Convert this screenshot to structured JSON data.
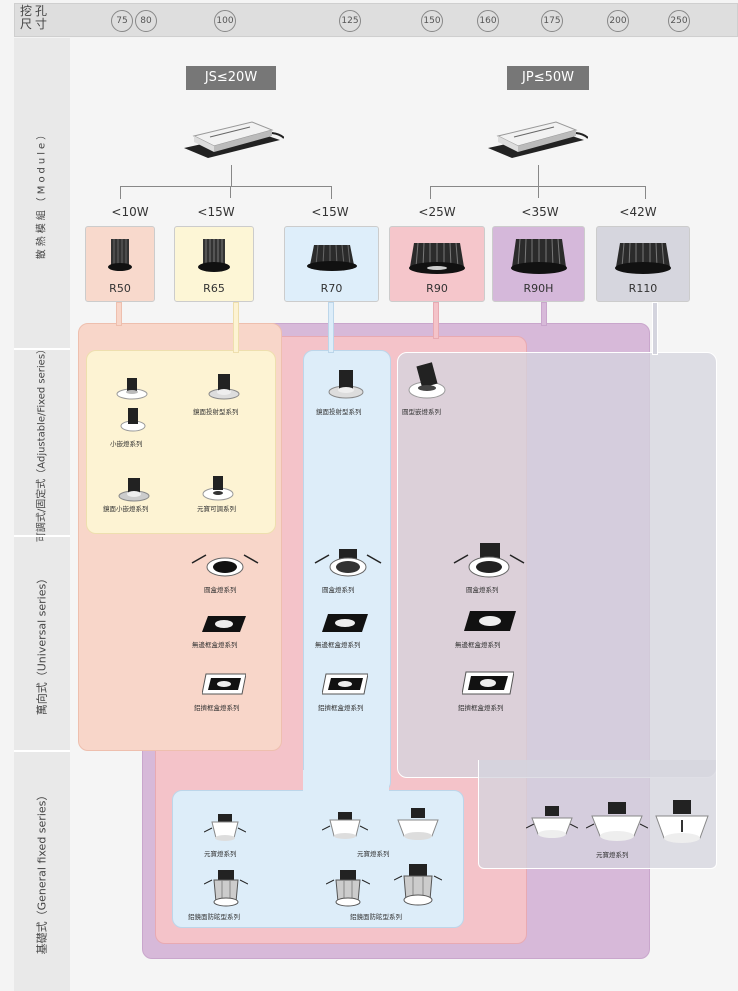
{
  "header": {
    "cutout_label": "挖孔尺寸",
    "sizes": [
      "75",
      "80",
      "100",
      "125",
      "150",
      "160",
      "175",
      "200",
      "250"
    ]
  },
  "rows": {
    "module": "散熱模組（Module）",
    "adjustable": "可調式/固定式（Adjustable/Fixed series）",
    "universal": "萬向式（Universal series）",
    "general": "基礎式（General fixed series）"
  },
  "drivers": {
    "js": "JS≤20W",
    "jp": "JP≤50W"
  },
  "modules": [
    {
      "watt": "<10W",
      "name": "R50",
      "color": "#f8d9cc"
    },
    {
      "watt": "<15W",
      "name": "R65",
      "color": "#fdf6d6"
    },
    {
      "watt": "<15W",
      "name": "R70",
      "color": "#deeefa"
    },
    {
      "watt": "<25W",
      "name": "R90",
      "color": "#f5c6cb"
    },
    {
      "watt": "<35W",
      "name": "R90H",
      "color": "#d5b8da"
    },
    {
      "watt": "<42W",
      "name": "R110",
      "color": "#d6d6de"
    }
  ],
  "products": {
    "small_spot": "小嵌燈系列",
    "mirror_projector_65": "鏡面投射型系列",
    "mirror_small_spot": "鏡面小嵌燈系列",
    "yuanbao_adjustable": "元寶可調系列",
    "mirror_projector_70": "鏡面投射型系列",
    "round_spot": "圓型嵌燈系列",
    "round_box_1": "圓盒燈系列",
    "frameless_box_1": "無邊框盒燈系列",
    "alu_box_1": "鋁擠框盒燈系列",
    "round_box_2": "圓盒燈系列",
    "frameless_box_2": "無邊框盒燈系列",
    "alu_box_2": "鋁擠框盒燈系列",
    "round_box_3": "圓盒燈系列",
    "frameless_box_3": "無邊框盒燈系列",
    "alu_box_3": "鋁擠框盒燈系列",
    "yuanbao_1": "元寶燈系列",
    "yuanbao_2": "元寶燈系列",
    "yuanbao_3": "元寶燈系列",
    "alu_mirror_1": "鋁鏡面防眩型系列",
    "alu_mirror_2": "鋁鏡面防眩型系列"
  }
}
